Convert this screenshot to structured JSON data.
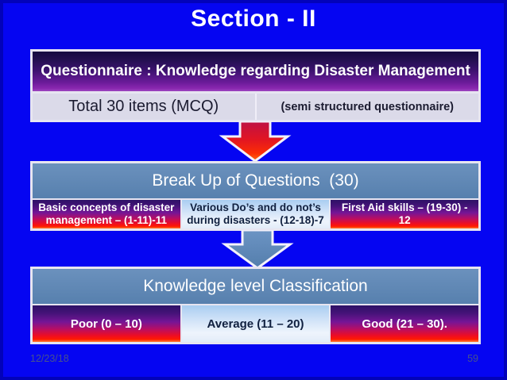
{
  "slide": {
    "title": "Section - II",
    "footer": {
      "date": "12/23/18",
      "page_number": "59"
    }
  },
  "questionnaire_box": {
    "header": "Questionnaire : Knowledge regarding Disaster Management",
    "cells": [
      {
        "label": "Total 30 items (MCQ)"
      },
      {
        "label": "(semi structured questionnaire)"
      }
    ]
  },
  "breakup_box": {
    "header": "Break Up of Questions  (30)",
    "cells": [
      {
        "label": "Basic concepts of disaster management – (1-11)-11",
        "style": "gradient-purple-red"
      },
      {
        "label": "Various Do’s and do not’s during disasters - (12-18)-7",
        "style": "light-blue"
      },
      {
        "label": "First Aid skills – (19-30) - 12",
        "style": "gradient-purple-red"
      }
    ]
  },
  "classification_box": {
    "header": "Knowledge level Classification",
    "cells": [
      {
        "label": "Poor (0 – 10)",
        "style": "gradient-purple-red"
      },
      {
        "label": "Average (11 – 20)",
        "style": "light-blue"
      },
      {
        "label": "Good (21 – 30).",
        "style": "gradient-purple-red"
      }
    ]
  },
  "icons": {
    "arrow_between_box1_box2": "red-down-arrow",
    "arrow_between_box2_box3": "blue-down-arrow"
  },
  "colors": {
    "slide_background": "#0505F2",
    "panel_border": "#E7E5F1",
    "purple_header_top": "#150940",
    "purple_header_bottom": "#8A27B0",
    "steel_blue_header": "#5D87B7",
    "gradient_cell_top": "#2D1166",
    "gradient_cell_bottom": "#FF7F30",
    "light_cell": "#CCE0F7",
    "red_arrow": "#E11523",
    "blue_arrow": "#5D87B7",
    "footer_text": "#47528E"
  }
}
